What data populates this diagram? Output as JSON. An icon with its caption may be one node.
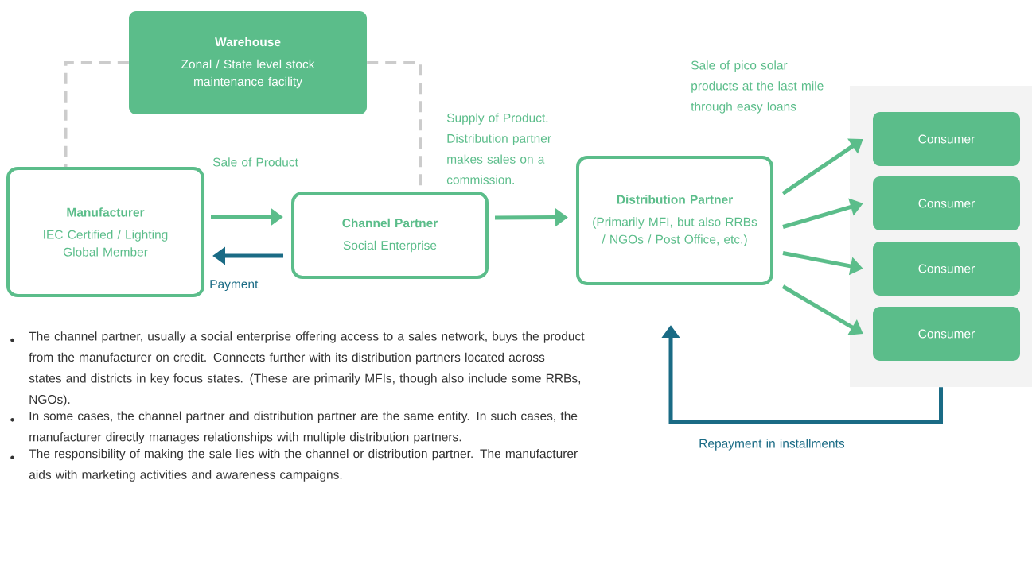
{
  "diagram": {
    "nodes": [
      {
        "text": [
          "Warehouse",
          "Zonal / State level stock maintenance facility"
        ]
      },
      {
        "text": [
          "Manufacturer",
          "IEC Certified / Lighting Global Member"
        ]
      },
      {
        "text": [
          "Channel Partner",
          "Social Enterprise"
        ]
      },
      {
        "text": [
          "Distribution Partner",
          "(Primarily MFI, but also RRBs / NGOs / Post Office, etc.)"
        ]
      },
      {
        "text": [],
        "shape": "box"
      },
      {
        "text": [
          "Consumer"
        ],
        "in": 4
      },
      {
        "text": [
          "Consumer"
        ],
        "in": 4
      },
      {
        "text": [
          "Consumer"
        ],
        "in": 4
      },
      {
        "text": [
          "Consumer"
        ],
        "in": 4
      }
    ],
    "edges": [
      {
        "from": 0,
        "to": 1,
        "arrow": "none",
        "style": "dashed",
        "color": "#cccccc"
      },
      {
        "from": 0,
        "to": 2,
        "arrow": "none",
        "style": "dashed",
        "color": "#cccccc"
      },
      {
        "from": 1,
        "to": 2,
        "arrow": "to",
        "label": "Sale of Product"
      },
      {
        "from": 2,
        "to": 1,
        "arrow": "to",
        "label": "Payment",
        "color": "#1a6b85"
      },
      {
        "from": 2,
        "to": 3,
        "arrow": "to",
        "label": "Supply of Product. Distribution partner makes sales on a commission."
      },
      {
        "from": 3,
        "to": 5,
        "arrow": "to"
      },
      {
        "from": 3,
        "to": 6,
        "arrow": "to"
      },
      {
        "from": 3,
        "to": 7,
        "arrow": "to"
      },
      {
        "from": 3,
        "to": 8,
        "arrow": "to"
      },
      {
        "from": 4,
        "to": 3,
        "arrow": "to",
        "label": "Repayment in installments",
        "color": "#1a6b85"
      }
    ],
    "labels": [
      "Sale of pico solar products at the last mile through easy loans",
      "The channel partner, usually a social enterprise offering access to a sales network, buys the product from the manufacturer on credit. Connects further with its distribution partners located across states and districts in key focus states. (These are primarily MFIs, though also include some RRBs, NGOs).",
      "In some cases, the channel partner and distribution partner are the same entity. In such cases, the manufacturer directly manages relationships with multiple distribution partners.",
      "The responsibility of making the sale lies with the channel or distribution partner. The manufacturer aids with marketing activities and awareness campaigns."
    ]
  }
}
